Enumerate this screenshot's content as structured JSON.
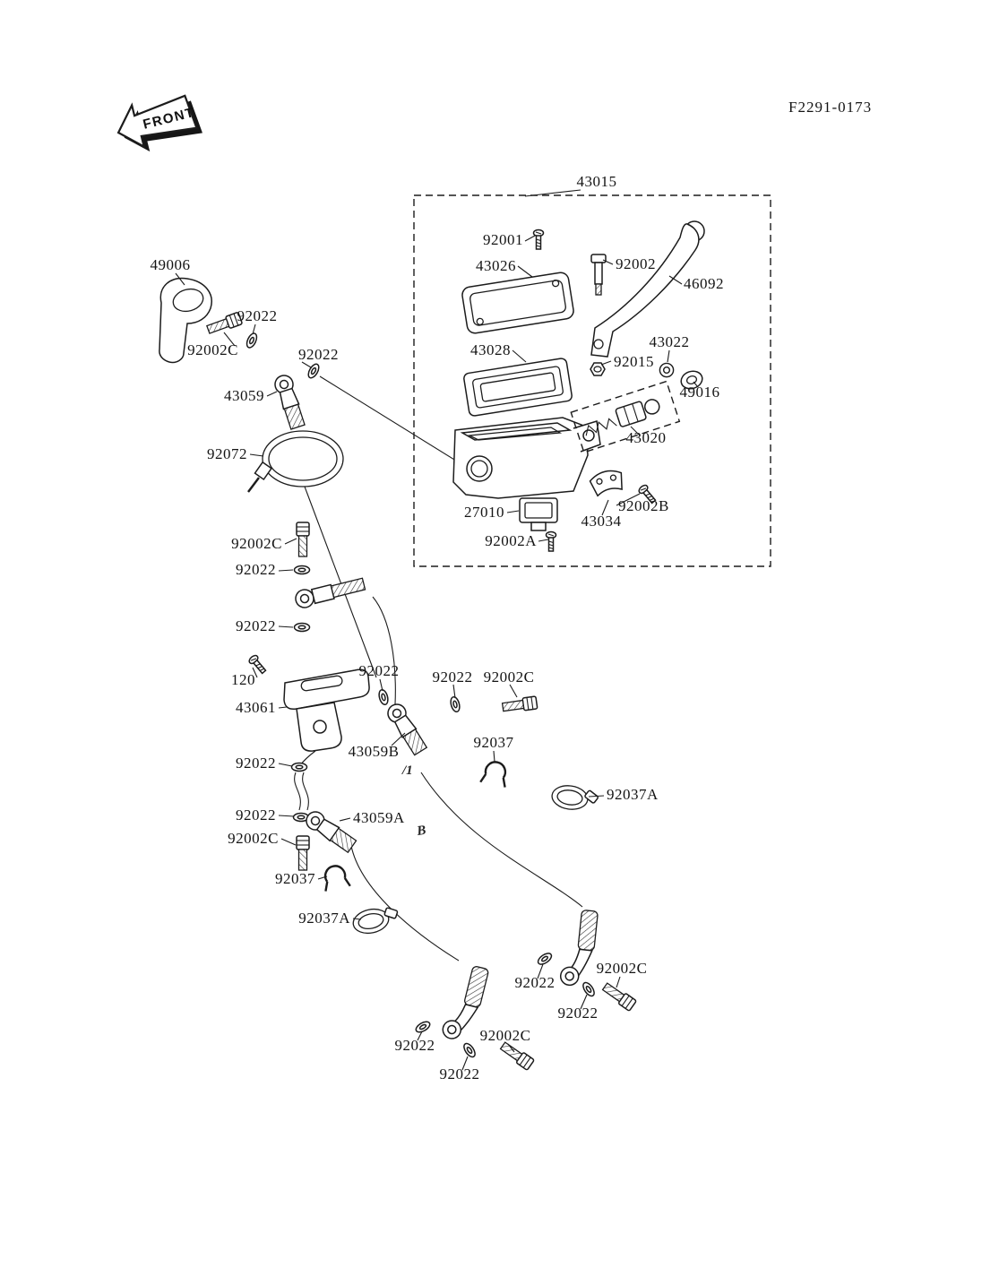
{
  "meta": {
    "doc_code": "F2291-0173",
    "front": "FRONT"
  },
  "labels": {
    "assembly_43015": "43015",
    "screw_92001": "92001",
    "cap_43026": "43026",
    "pivot_bolt_92002": "92002",
    "lever_46092": "46092",
    "plate_43028": "43028",
    "washer_43022": "43022",
    "nut_92015": "92015",
    "bushing_49016": "49016",
    "piston_43020": "43020",
    "screw_92002B": "92002B",
    "clamp_43034": "43034",
    "switch_27010": "27010",
    "screw_92002A": "92002A",
    "boot_49006": "49006",
    "washer_92022_a": "92022",
    "bolt_92002C_a": "92002C",
    "washer_92022_b": "92022",
    "hose_43059": "43059",
    "band_92072": "92072",
    "bolt_92002C_b": "92002C",
    "washer_92022_c": "92022",
    "washer_92022_d": "92022",
    "bolt_120": "120",
    "bracket_43061": "43061",
    "washer_92022_e": "92022",
    "washer_92022_f": "92022",
    "bolt_92002C_c": "92002C",
    "hose_43059B": "43059B",
    "clamp_92037_a": "92037",
    "washer_92022_g": "92022",
    "clamp_92037A_right": "92037A",
    "washer_92022_h": "92022",
    "hose_43059A": "43059A",
    "bolt_92002C_d": "92002C",
    "clamp_92037_b": "92037",
    "clamp_92037A_left": "92037A",
    "washer_92022_i": "92022",
    "bolt_92002C_e": "92002C",
    "washer_92022_j": "92022",
    "washer_92022_k": "92022",
    "bolt_92002C_f": "92002C",
    "washer_92022_l": "92022"
  },
  "annotations": {
    "mark_b": "B",
    "mark_slash": "/1"
  }
}
